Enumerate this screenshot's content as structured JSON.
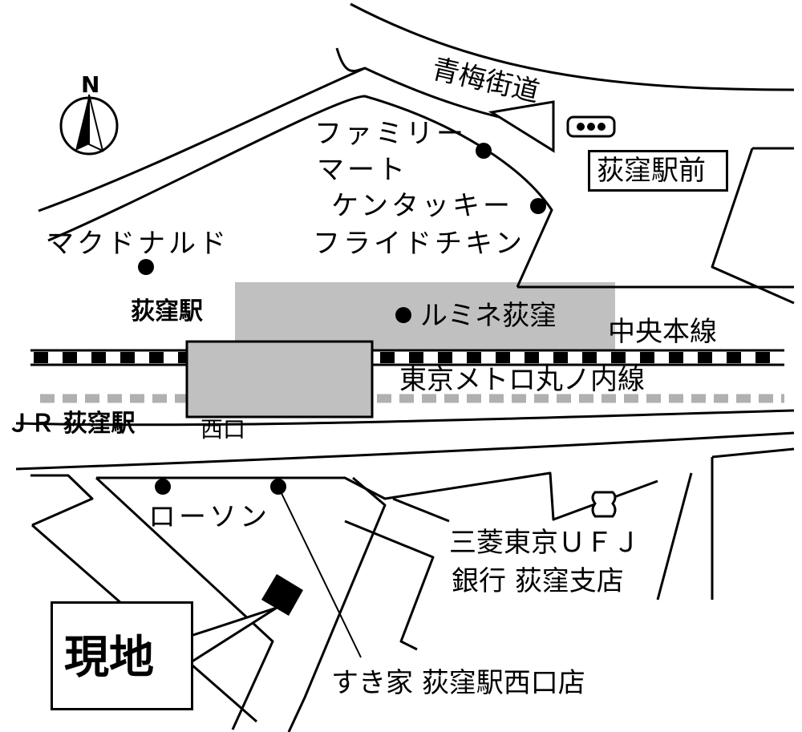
{
  "compass": {
    "north_label": "N"
  },
  "roads": {
    "ome_kaido": "青梅街道"
  },
  "bus_stop": {
    "name": "荻窪駅前",
    "icon": "bus-stop-icon"
  },
  "stations": {
    "ogikubo": "荻窪駅",
    "jr_ogikubo": "ＪＲ 荻窪駅",
    "west_exit": "西口"
  },
  "rail_lines": {
    "chuo": "中央本線",
    "marunouchi": "東京メトロ丸ノ内線"
  },
  "places": {
    "familymart_1": "ファミリー",
    "familymart_2": "マート",
    "kfc_1": "ケンタッキー",
    "kfc_2": "フライドチキン",
    "mcdonalds": "マクドナルド",
    "lumine": "ルミネ荻窪",
    "lawson": "ローソン",
    "mufg_1": "三菱東京ＵＦＪ",
    "mufg_2": "銀行 荻窪支店",
    "sukiya": "すき家 荻窪駅西口店"
  },
  "site": {
    "label": "現地"
  },
  "colors": {
    "station_fill": "#c0c0c0",
    "line_color": "#000000",
    "dashed_line": "#b0b0b0",
    "background": "#ffffff"
  }
}
